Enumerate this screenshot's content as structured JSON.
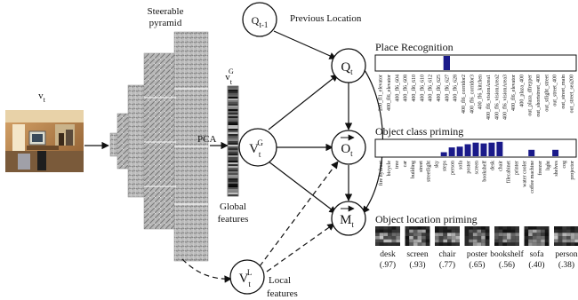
{
  "left": {
    "image_label": "v",
    "image_label_sub": "t",
    "pyramid_title_1": "Steerable",
    "pyramid_title_2": "pyramid",
    "pca_label": "PCA",
    "global_label_1": "Global",
    "global_label_2": "features",
    "vg_label": "v",
    "vg_sup": "G",
    "vg_sub": "t"
  },
  "nodes": {
    "prev": {
      "base": "Q",
      "sub": "t-1",
      "caption": "Previous Location"
    },
    "q": {
      "base": "Q",
      "sub": "t"
    },
    "vg": {
      "base": "V",
      "sup": "G",
      "sub": "t"
    },
    "o": {
      "base": "O",
      "sub": "t"
    },
    "m": {
      "base": "M",
      "sub": "t"
    },
    "vl": {
      "base": "V",
      "sup": "L",
      "sub": "t",
      "caption_1": "Local",
      "caption_2": "features"
    }
  },
  "place": {
    "title": "Place Recognition",
    "labels": [
      "200_fl1_elevator",
      "400_fl6_elevator",
      "400_fl6_604",
      "400_fl6_608",
      "400_fl6_610",
      "400_fl6_610",
      "400_fl6_612",
      "400_fl6_625",
      "400_fl6_627",
      "400_fl6_628",
      "400_fl6_corridor2",
      "400_fl6_corridor3",
      "400_fl6_kitchen",
      "400_fl6_visionArea1",
      "400_fl6_visionArea2",
      "400_fl6_visionArea3",
      "400_fl6_elevator",
      "400_plaza_400",
      "out_plaza_dfrepper",
      "out_shortstreet_400",
      "out_stlight_street",
      "out_street_400",
      "out_street_main",
      "out_street_sea200"
    ],
    "values": [
      0,
      0,
      0,
      0,
      0,
      0,
      0,
      0,
      1,
      0,
      0,
      0,
      0,
      0,
      0,
      0,
      0,
      0,
      0,
      0,
      0,
      0,
      0,
      0
    ]
  },
  "objects": {
    "title": "Object class priming",
    "labels": [
      "fire hydrant",
      "bicycle",
      "tree",
      "car",
      "building",
      "street",
      "streetlight",
      "sky",
      "steps",
      "person",
      "sofa",
      "poster",
      "screen",
      "bookshelf",
      "desk",
      "chair",
      "filecabinet",
      "printer",
      "water cooler",
      "coffee machine",
      "freezer",
      "light",
      "shelves",
      "cog",
      "projector"
    ],
    "values": [
      0,
      0,
      0,
      0,
      0,
      0,
      0,
      0,
      0.25,
      0.55,
      0.6,
      0.75,
      0.85,
      0.8,
      0.85,
      0.9,
      0,
      0,
      0,
      0.4,
      0,
      0,
      0.4,
      0,
      0
    ]
  },
  "location": {
    "title": "Object location priming",
    "items": [
      {
        "name": "desk",
        "score": "(.97)"
      },
      {
        "name": "screen",
        "score": "(.93)"
      },
      {
        "name": "chair",
        "score": "(.77)"
      },
      {
        "name": "poster",
        "score": "(.65)"
      },
      {
        "name": "bookshelf",
        "score": "(.56)"
      },
      {
        "name": "sofa",
        "score": "(.40)"
      },
      {
        "name": "person",
        "score": "(.38)"
      }
    ]
  },
  "colors": {
    "bar": "#1a1a8a",
    "node_stroke": "#111111"
  }
}
